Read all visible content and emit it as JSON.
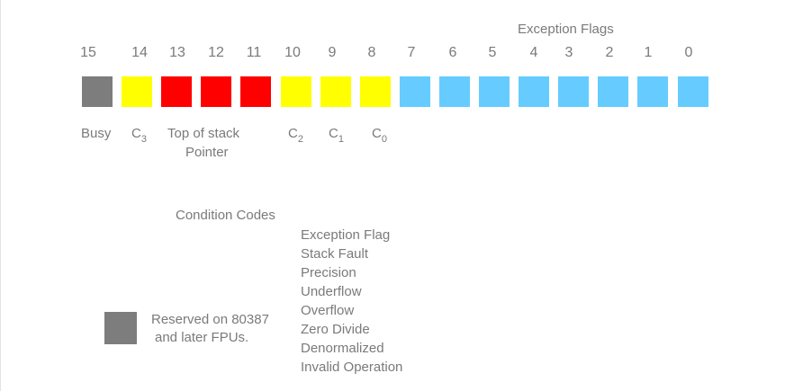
{
  "colors": {
    "reserved": "#7d7d7d",
    "condition_code": "#ffff00",
    "top_of_stack": "#ff0000",
    "exception_flag": "#66ccff",
    "label_text": "#7a7a7a",
    "background": "#ffffff"
  },
  "diagram": {
    "exception_flags_title": "Exception Flags",
    "bits": [
      {
        "num": "15",
        "category": "reserved"
      },
      {
        "num": "14",
        "category": "condition_code"
      },
      {
        "num": "13",
        "category": "top_of_stack"
      },
      {
        "num": "12",
        "category": "top_of_stack"
      },
      {
        "num": "11",
        "category": "top_of_stack"
      },
      {
        "num": "10",
        "category": "condition_code"
      },
      {
        "num": "9",
        "category": "condition_code"
      },
      {
        "num": "8",
        "category": "condition_code"
      },
      {
        "num": "7",
        "category": "exception_flag"
      },
      {
        "num": "6",
        "category": "exception_flag"
      },
      {
        "num": "5",
        "category": "exception_flag"
      },
      {
        "num": "4",
        "category": "exception_flag"
      },
      {
        "num": "3",
        "category": "exception_flag"
      },
      {
        "num": "2",
        "category": "exception_flag"
      },
      {
        "num": "1",
        "category": "exception_flag"
      },
      {
        "num": "0",
        "category": "exception_flag"
      }
    ],
    "labels": {
      "busy": "Busy",
      "c3": {
        "letter": "C",
        "sub": "3"
      },
      "top_of_stack_line1": "Top of stack",
      "top_of_stack_line2": "Pointer",
      "c2": {
        "letter": "C",
        "sub": "2"
      },
      "c1": {
        "letter": "C",
        "sub": "1"
      },
      "c0": {
        "letter": "C",
        "sub": "0"
      }
    },
    "condition_codes_title": "Condition Codes",
    "exception_list": [
      "Exception Flag",
      "Stack Fault",
      "Precision",
      "Underflow",
      "Overflow",
      "Zero Divide",
      "Denormalized",
      "Invalid Operation"
    ],
    "reserved_note_line1": "Reserved on 80387",
    "reserved_note_line2": "and later FPUs."
  }
}
